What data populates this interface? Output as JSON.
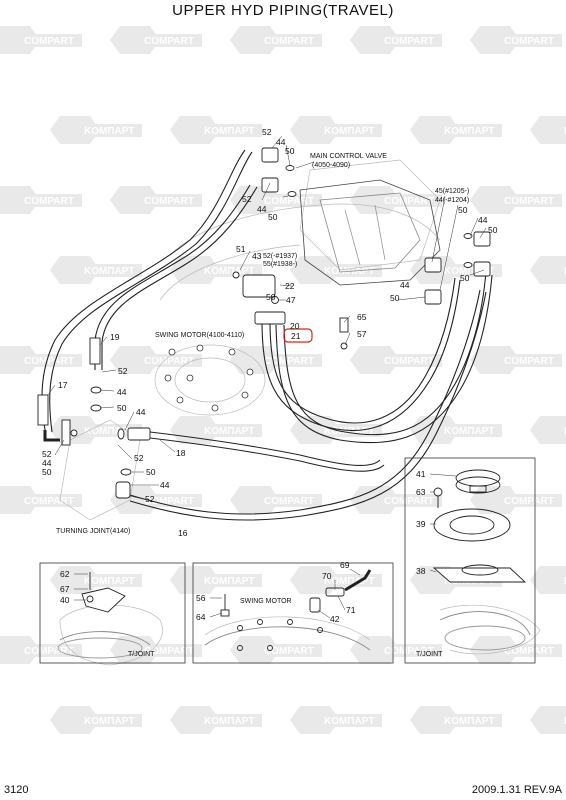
{
  "title": "UPPER HYD PIPING(TRAVEL)",
  "footer": {
    "page_number": "3120",
    "date_revision": "2009.1.31  REV.9A"
  },
  "watermark": {
    "brand_cyrillic": "KOMПАPT",
    "brand_latin": "COMPART"
  },
  "notes": {
    "main_control_valve": "MAIN CONTROL VALVE",
    "main_control_valve_serial": "(4050-4090)",
    "swing_motor_serial": "SWING MOTOR(4100-4110)",
    "turning_joint": "TURNING JOINT(4140)",
    "swing_motor": "SWING MOTOR",
    "t_joint_left": "T/JOINT",
    "t_joint_right": "T/JOINT",
    "callout_52_serial": "52(-#1937)",
    "callout_55_serial": "55(#1938-)",
    "callout_45_serial": "45(#1205-)",
    "callout_44_serial": "44(-#1204)"
  },
  "part_numbers": {
    "p52a": "52",
    "p44a": "44",
    "p50a": "50",
    "p52b": "52",
    "p44b": "44",
    "p50b": "50",
    "p51": "51",
    "p43": "43",
    "p22": "22",
    "p50c": "50",
    "p47": "47",
    "p20": "20",
    "p21": "21",
    "p65": "65",
    "p57": "57",
    "p19": "19",
    "p17": "17",
    "p52c": "52",
    "p44c": "44",
    "p50d": "50",
    "p44d": "44",
    "p18": "18",
    "p52d": "52",
    "p44e": "44",
    "p50e": "50",
    "p52e": "52",
    "p50f": "50",
    "p44f": "44",
    "p52f": "52",
    "p16": "16",
    "p50g": "50",
    "p44g": "44",
    "p50h": "50",
    "p50i": "50",
    "p44h": "44",
    "p41": "41",
    "p63": "63",
    "p39": "39",
    "p38": "38",
    "p62": "62",
    "p67": "67",
    "p40": "40",
    "p56": "56",
    "p64": "64",
    "p70": "70",
    "p69": "69",
    "p71": "71",
    "p42": "42"
  },
  "colors": {
    "line": "#222222",
    "watermark": "#d8d8d8",
    "highlight": "#e0201b"
  }
}
